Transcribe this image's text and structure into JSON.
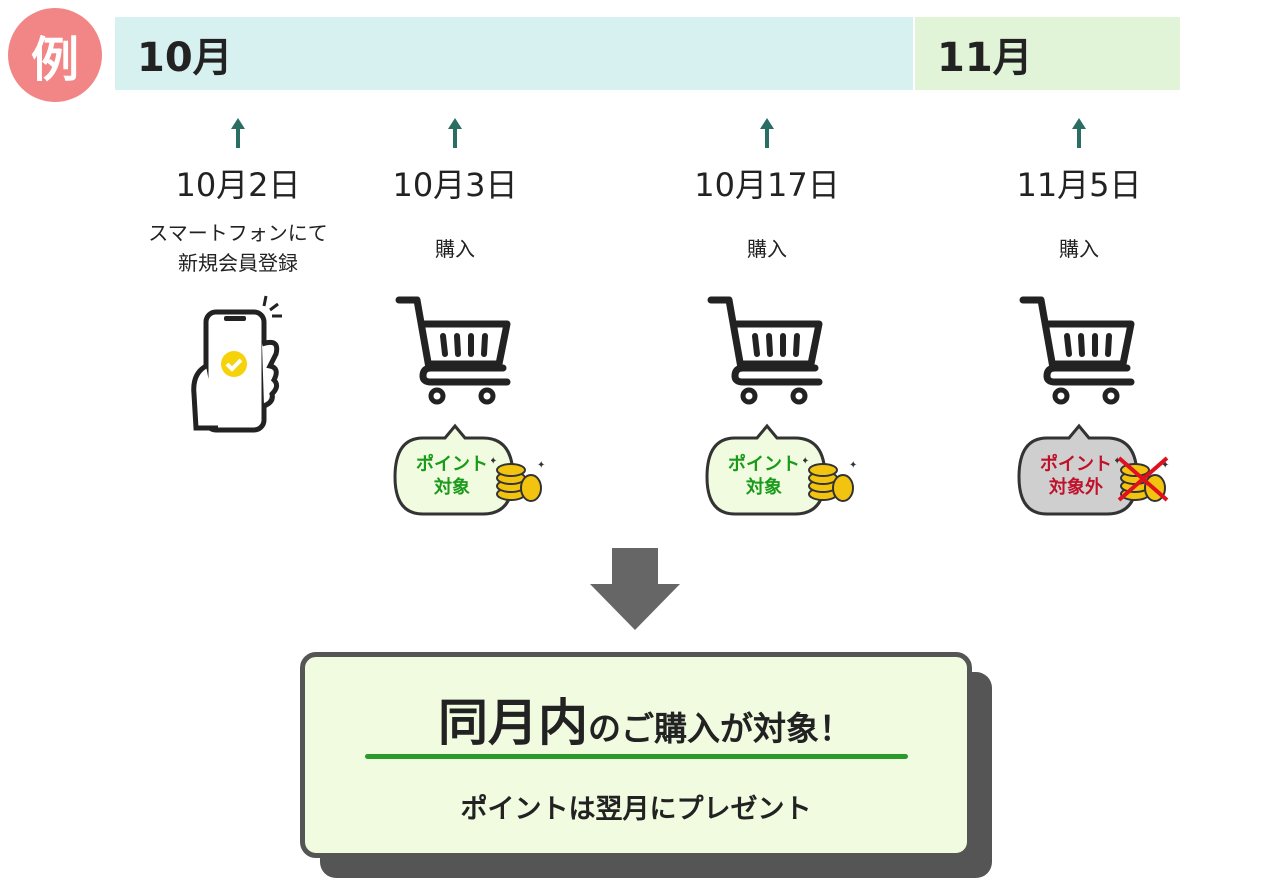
{
  "badge": "例",
  "months": [
    {
      "label": "10月",
      "color": "#d7f0f0"
    },
    {
      "label": "11月",
      "color": "#e2f4d8"
    }
  ],
  "events": [
    {
      "date": "10月2日",
      "caption": [
        "スマートフォンにて",
        "新規会員登録"
      ],
      "icon": "smartphone-check-icon"
    },
    {
      "date": "10月3日",
      "caption": [
        "購入"
      ],
      "icon": "cart-icon",
      "bubble": [
        "ポイント",
        "対象"
      ],
      "eligible": true
    },
    {
      "date": "10月17日",
      "caption": [
        "購入"
      ],
      "icon": "cart-icon",
      "bubble": [
        "ポイント",
        "対象"
      ],
      "eligible": true
    },
    {
      "date": "11月5日",
      "caption": [
        "購入"
      ],
      "icon": "cart-icon",
      "bubble": [
        "ポイント",
        "対象外"
      ],
      "eligible": false
    }
  ],
  "result": {
    "title_big": "同月内",
    "title_rest": "のご購入が対象！",
    "subtitle": "ポイントは翌月にプレゼント"
  },
  "colors": {
    "arrow": "#2a6e63",
    "eligible_text": "#1a9a1a",
    "ineligible_text": "#c0102a",
    "underline": "#2a9a2a"
  }
}
